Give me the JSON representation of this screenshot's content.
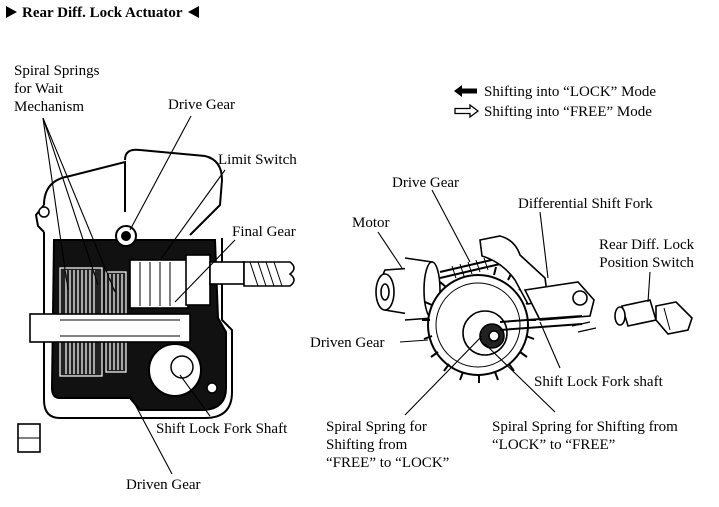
{
  "header": {
    "title": "Rear Diff. Lock Actuator"
  },
  "legend": {
    "lock": "Shifting into “LOCK” Mode",
    "free": "Shifting into “FREE” Mode"
  },
  "left_diagram": {
    "spiral_springs": [
      "Spiral Springs",
      "for Wait",
      "Mechanism"
    ],
    "drive_gear": "Drive Gear",
    "limit_switch": "Limit Switch",
    "final_gear": "Final Gear",
    "shift_lock_fork_shaft": "Shift Lock Fork Shaft",
    "driven_gear": "Driven Gear"
  },
  "right_diagram": {
    "drive_gear": "Drive Gear",
    "motor": "Motor",
    "differential_shift_fork": "Differential Shift Fork",
    "position_switch": [
      "Rear Diff. Lock",
      "Position Switch"
    ],
    "driven_gear": "Driven Gear",
    "shift_lock_fork_shaft": "Shift Lock Fork shaft",
    "spring_free_to_lock": [
      "Spiral Spring for",
      "Shifting from",
      "“FREE” to “LOCK”"
    ],
    "spring_lock_to_free": [
      "Spiral Spring for Shifting from",
      "“LOCK” to “FREE”"
    ]
  }
}
